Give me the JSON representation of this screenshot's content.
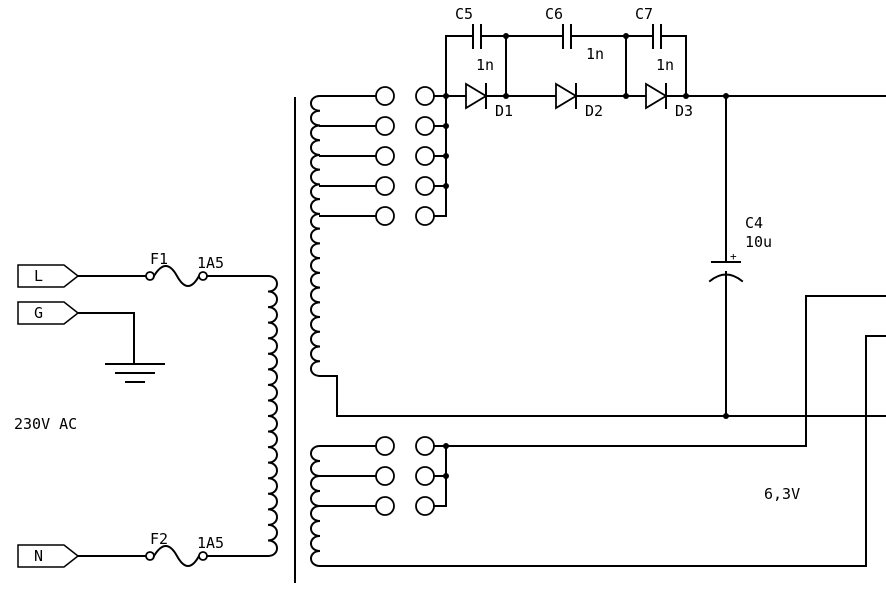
{
  "terminals": {
    "live": "L",
    "ground": "G",
    "neutral": "N"
  },
  "fuses": [
    {
      "ref": "F1",
      "rating": "1A5"
    },
    {
      "ref": "F2",
      "rating": "1A5"
    }
  ],
  "capacitors": [
    {
      "ref": "C5",
      "value": "1n"
    },
    {
      "ref": "C6",
      "value": "1n"
    },
    {
      "ref": "C7",
      "value": "1n"
    }
  ],
  "diodes": [
    {
      "ref": "D1"
    },
    {
      "ref": "D2"
    },
    {
      "ref": "D3"
    }
  ],
  "filter_capacitor": {
    "ref": "C4",
    "value": "10u",
    "polarity": "+"
  },
  "mains_label": "230V AC",
  "heater_label": "6,3V"
}
